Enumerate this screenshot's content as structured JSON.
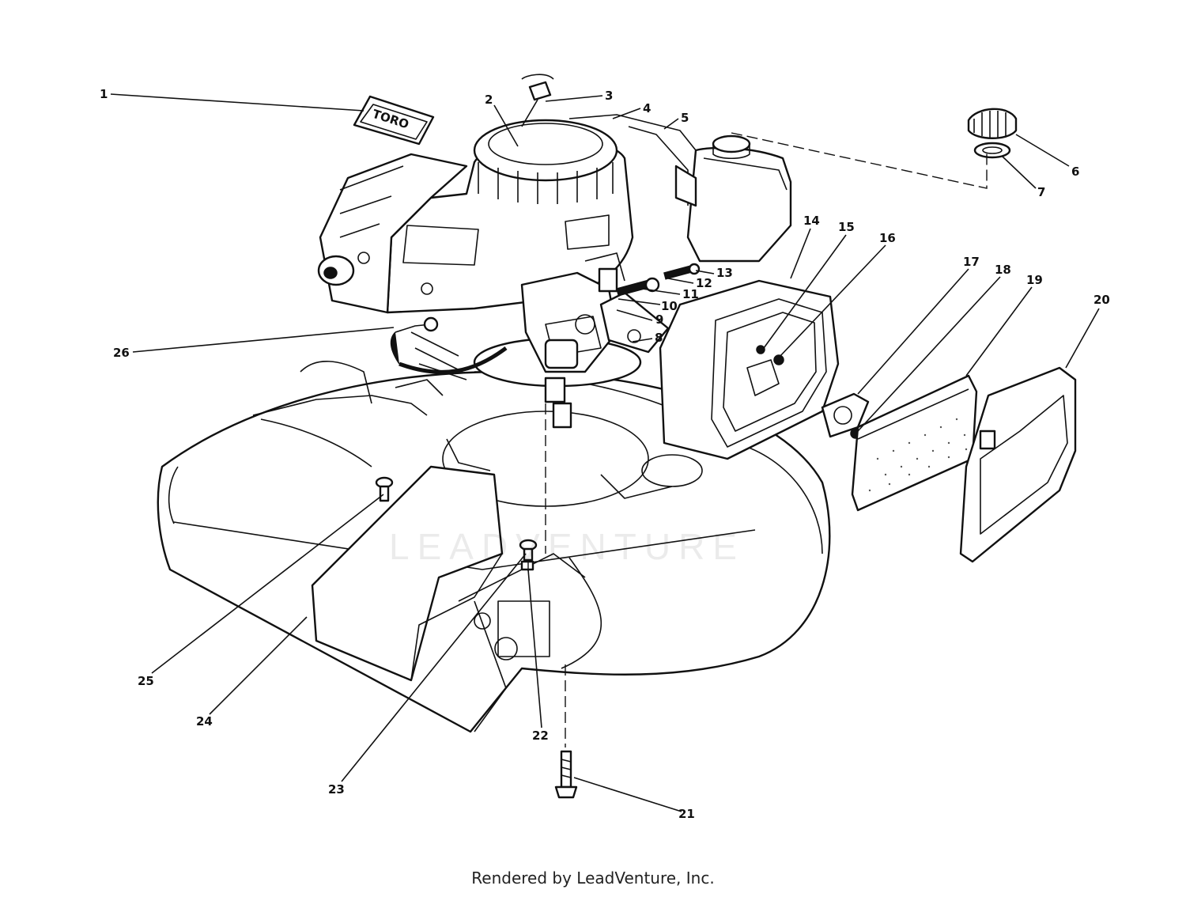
{
  "diagram": {
    "brand_label": "TORO",
    "callouts": [
      "1",
      "2",
      "3",
      "4",
      "5",
      "6",
      "7",
      "8",
      "9",
      "10",
      "11",
      "12",
      "13",
      "14",
      "15",
      "16",
      "17",
      "18",
      "19",
      "20",
      "21",
      "22",
      "23",
      "24",
      "25",
      "26"
    ]
  },
  "watermark": "LEADVENTURE",
  "footer": {
    "text": "Rendered by LeadVenture, Inc."
  }
}
